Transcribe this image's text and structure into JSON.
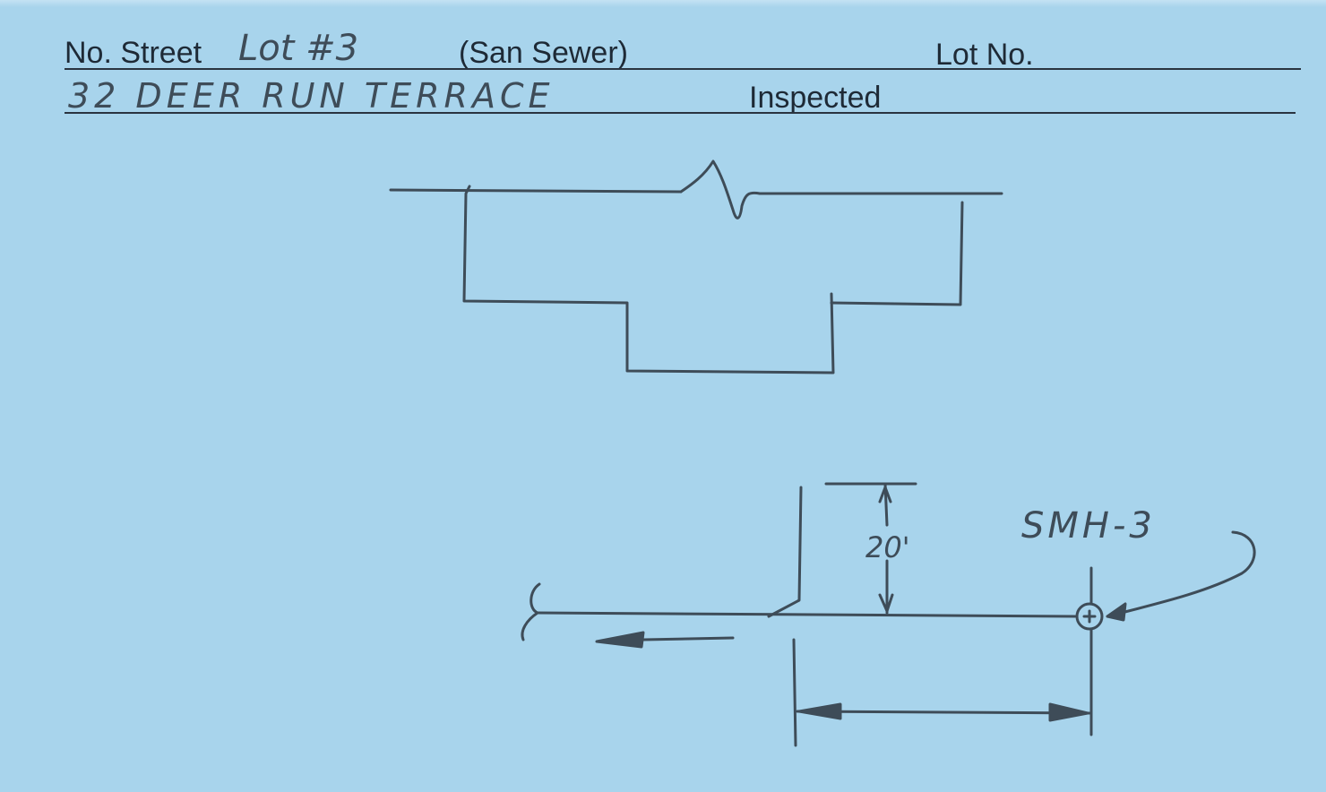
{
  "card": {
    "header": {
      "street_label": "No. Street",
      "street_handwritten": "Lot #3",
      "utility_label": "(San Sewer)",
      "lot_label": "Lot No.",
      "lot_value": ""
    },
    "address_row": {
      "address_handwritten": "32 DEER RUN TERRACE",
      "inspected_label": "Inspected",
      "inspected_value": ""
    },
    "sketch": {
      "offset_dimension": "20'",
      "manhole_label": "SMH-3"
    },
    "colors": {
      "card_background": "#a8d4ec",
      "print_ink": "#1e2a36",
      "pencil": "#3e4c58"
    }
  }
}
